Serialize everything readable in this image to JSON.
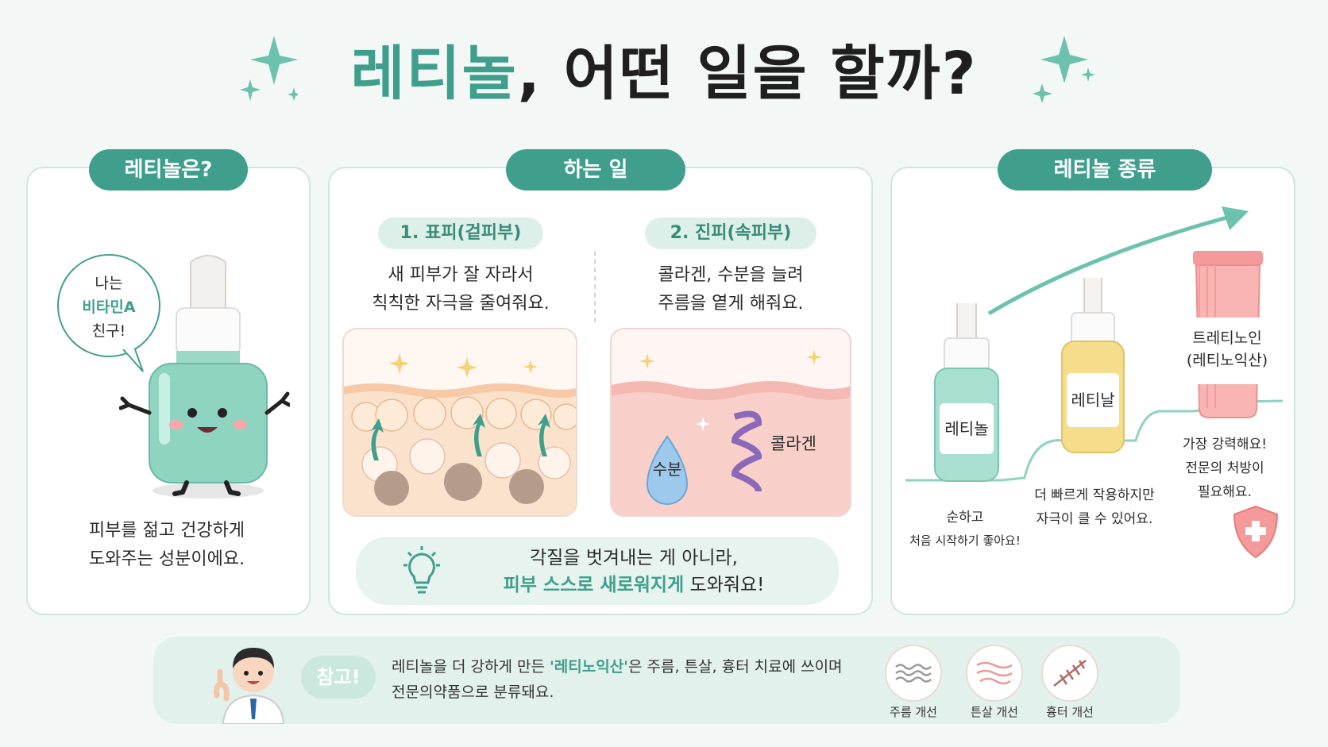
{
  "title": {
    "accent": "레티놀",
    "rest": ", 어떤 일을 할까?"
  },
  "panel1": {
    "header": "레티놀은?",
    "bubble": {
      "line1": "나는",
      "line2": "비타민A",
      "line3": "친구!"
    },
    "desc1": "피부를 젊고 건강하게",
    "desc2": "도와주는 성분이에요."
  },
  "panel2": {
    "header": "하는 일",
    "col1": {
      "label": "1. 표피(겉피부)",
      "line1": "새 피부가 잘 자라서",
      "line2": "칙칙한 자극을 줄여줘요."
    },
    "col2": {
      "label": "2. 진피(속피부)",
      "line1": "콜라겐, 수분을 늘려",
      "line2": "주름을 옅게 해줘요.",
      "water": "수분",
      "collagen": "콜라겐"
    },
    "tip": {
      "line1": "각질을 벗겨내는 게 아니라,",
      "line2_hl": "피부 스스로 새로워지게",
      "line2_rest": " 도와줘요!"
    }
  },
  "panel3": {
    "header": "레티놀 종류",
    "items": [
      {
        "name": "레티놀",
        "desc1": "순하고",
        "desc2": "처음 시작하기 좋아요!"
      },
      {
        "name": "레티날",
        "desc1": "더 빠르게 작용하지만",
        "desc2": "자극이 클 수 있어요."
      },
      {
        "name1": "트레티노인",
        "name2": "(레티노익산)",
        "desc1": "가장 강력해요!",
        "desc2": "전문의 처방이",
        "desc3": "필요해요."
      }
    ]
  },
  "note": {
    "pill": "참고!",
    "text_pre": "레티놀을 더 강하게 만든 ",
    "text_hl": "'레티노익산'",
    "text_post": "은 주름, 튼살, 흉터 치료에 쓰이며",
    "text_line2": "전문의약품으로 분류돼요.",
    "icons": [
      {
        "label": "주름 개선",
        "icon": "wrinkle-icon"
      },
      {
        "label": "튼살 개선",
        "icon": "stretch-mark-icon"
      },
      {
        "label": "흉터 개선",
        "icon": "scar-icon"
      }
    ]
  },
  "colors": {
    "accent": "#3f9f8c",
    "pink": "#f28b8b",
    "yellow": "#f5dc86",
    "mint": "#8fd3c1"
  }
}
